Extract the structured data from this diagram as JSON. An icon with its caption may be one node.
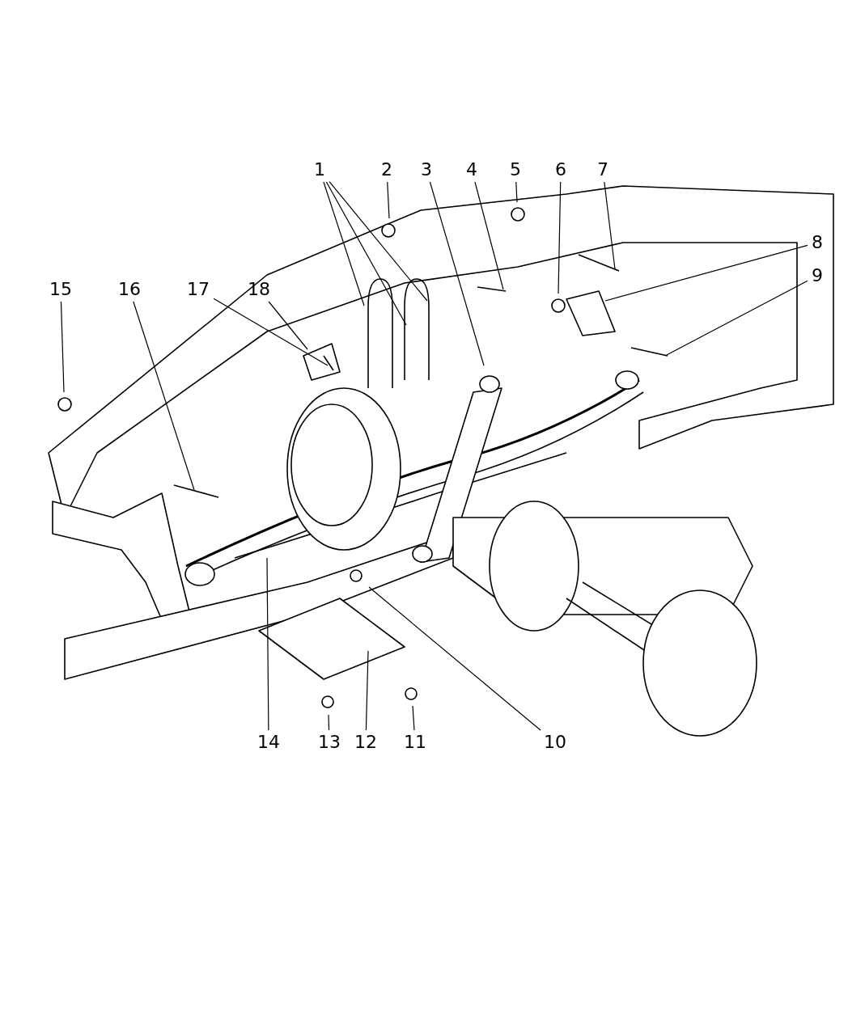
{
  "diagram": {
    "nodes": [
      {
        "text": [
          "1"
        ]
      },
      {
        "text": [
          "2"
        ]
      },
      {
        "text": [
          "3"
        ]
      },
      {
        "text": [
          "4"
        ]
      },
      {
        "text": [
          "5"
        ]
      },
      {
        "text": [
          "6"
        ]
      },
      {
        "text": [
          "7"
        ]
      },
      {
        "text": [
          "8"
        ]
      },
      {
        "text": [
          "9"
        ]
      },
      {
        "text": [
          "15"
        ]
      },
      {
        "text": [
          "16"
        ]
      },
      {
        "text": [
          "17"
        ]
      },
      {
        "text": [
          "18"
        ]
      },
      {
        "text": [
          "14"
        ]
      },
      {
        "text": [
          "13"
        ]
      },
      {
        "text": [
          "12"
        ]
      },
      {
        "text": [
          "11"
        ]
      },
      {
        "text": [
          "10"
        ]
      }
    ],
    "edges": [
      {
        "from": 0,
        "to": null,
        "arrow": "none"
      },
      {
        "from": 0,
        "to": null,
        "arrow": "none"
      },
      {
        "from": 0,
        "to": null,
        "arrow": "none"
      },
      {
        "from": 1,
        "to": null,
        "arrow": "none"
      },
      {
        "from": 2,
        "to": null,
        "arrow": "none"
      },
      {
        "from": 3,
        "to": null,
        "arrow": "none"
      },
      {
        "from": 4,
        "to": null,
        "arrow": "none"
      },
      {
        "from": 5,
        "to": null,
        "arrow": "none"
      },
      {
        "from": 6,
        "to": null,
        "arrow": "none"
      },
      {
        "from": 7,
        "to": null,
        "arrow": "none"
      },
      {
        "from": 8,
        "to": null,
        "arrow": "none"
      },
      {
        "from": 9,
        "to": null,
        "arrow": "none"
      },
      {
        "from": 10,
        "to": null,
        "arrow": "none"
      },
      {
        "from": 11,
        "to": null,
        "arrow": "none"
      },
      {
        "from": 12,
        "to": null,
        "arrow": "none"
      },
      {
        "from": 13,
        "to": null,
        "arrow": "none"
      },
      {
        "from": 14,
        "to": null,
        "arrow": "none"
      },
      {
        "from": 15,
        "to": null,
        "arrow": "none"
      },
      {
        "from": 16,
        "to": null,
        "arrow": "none"
      },
      {
        "from": 17,
        "to": null,
        "arrow": "none"
      }
    ]
  }
}
